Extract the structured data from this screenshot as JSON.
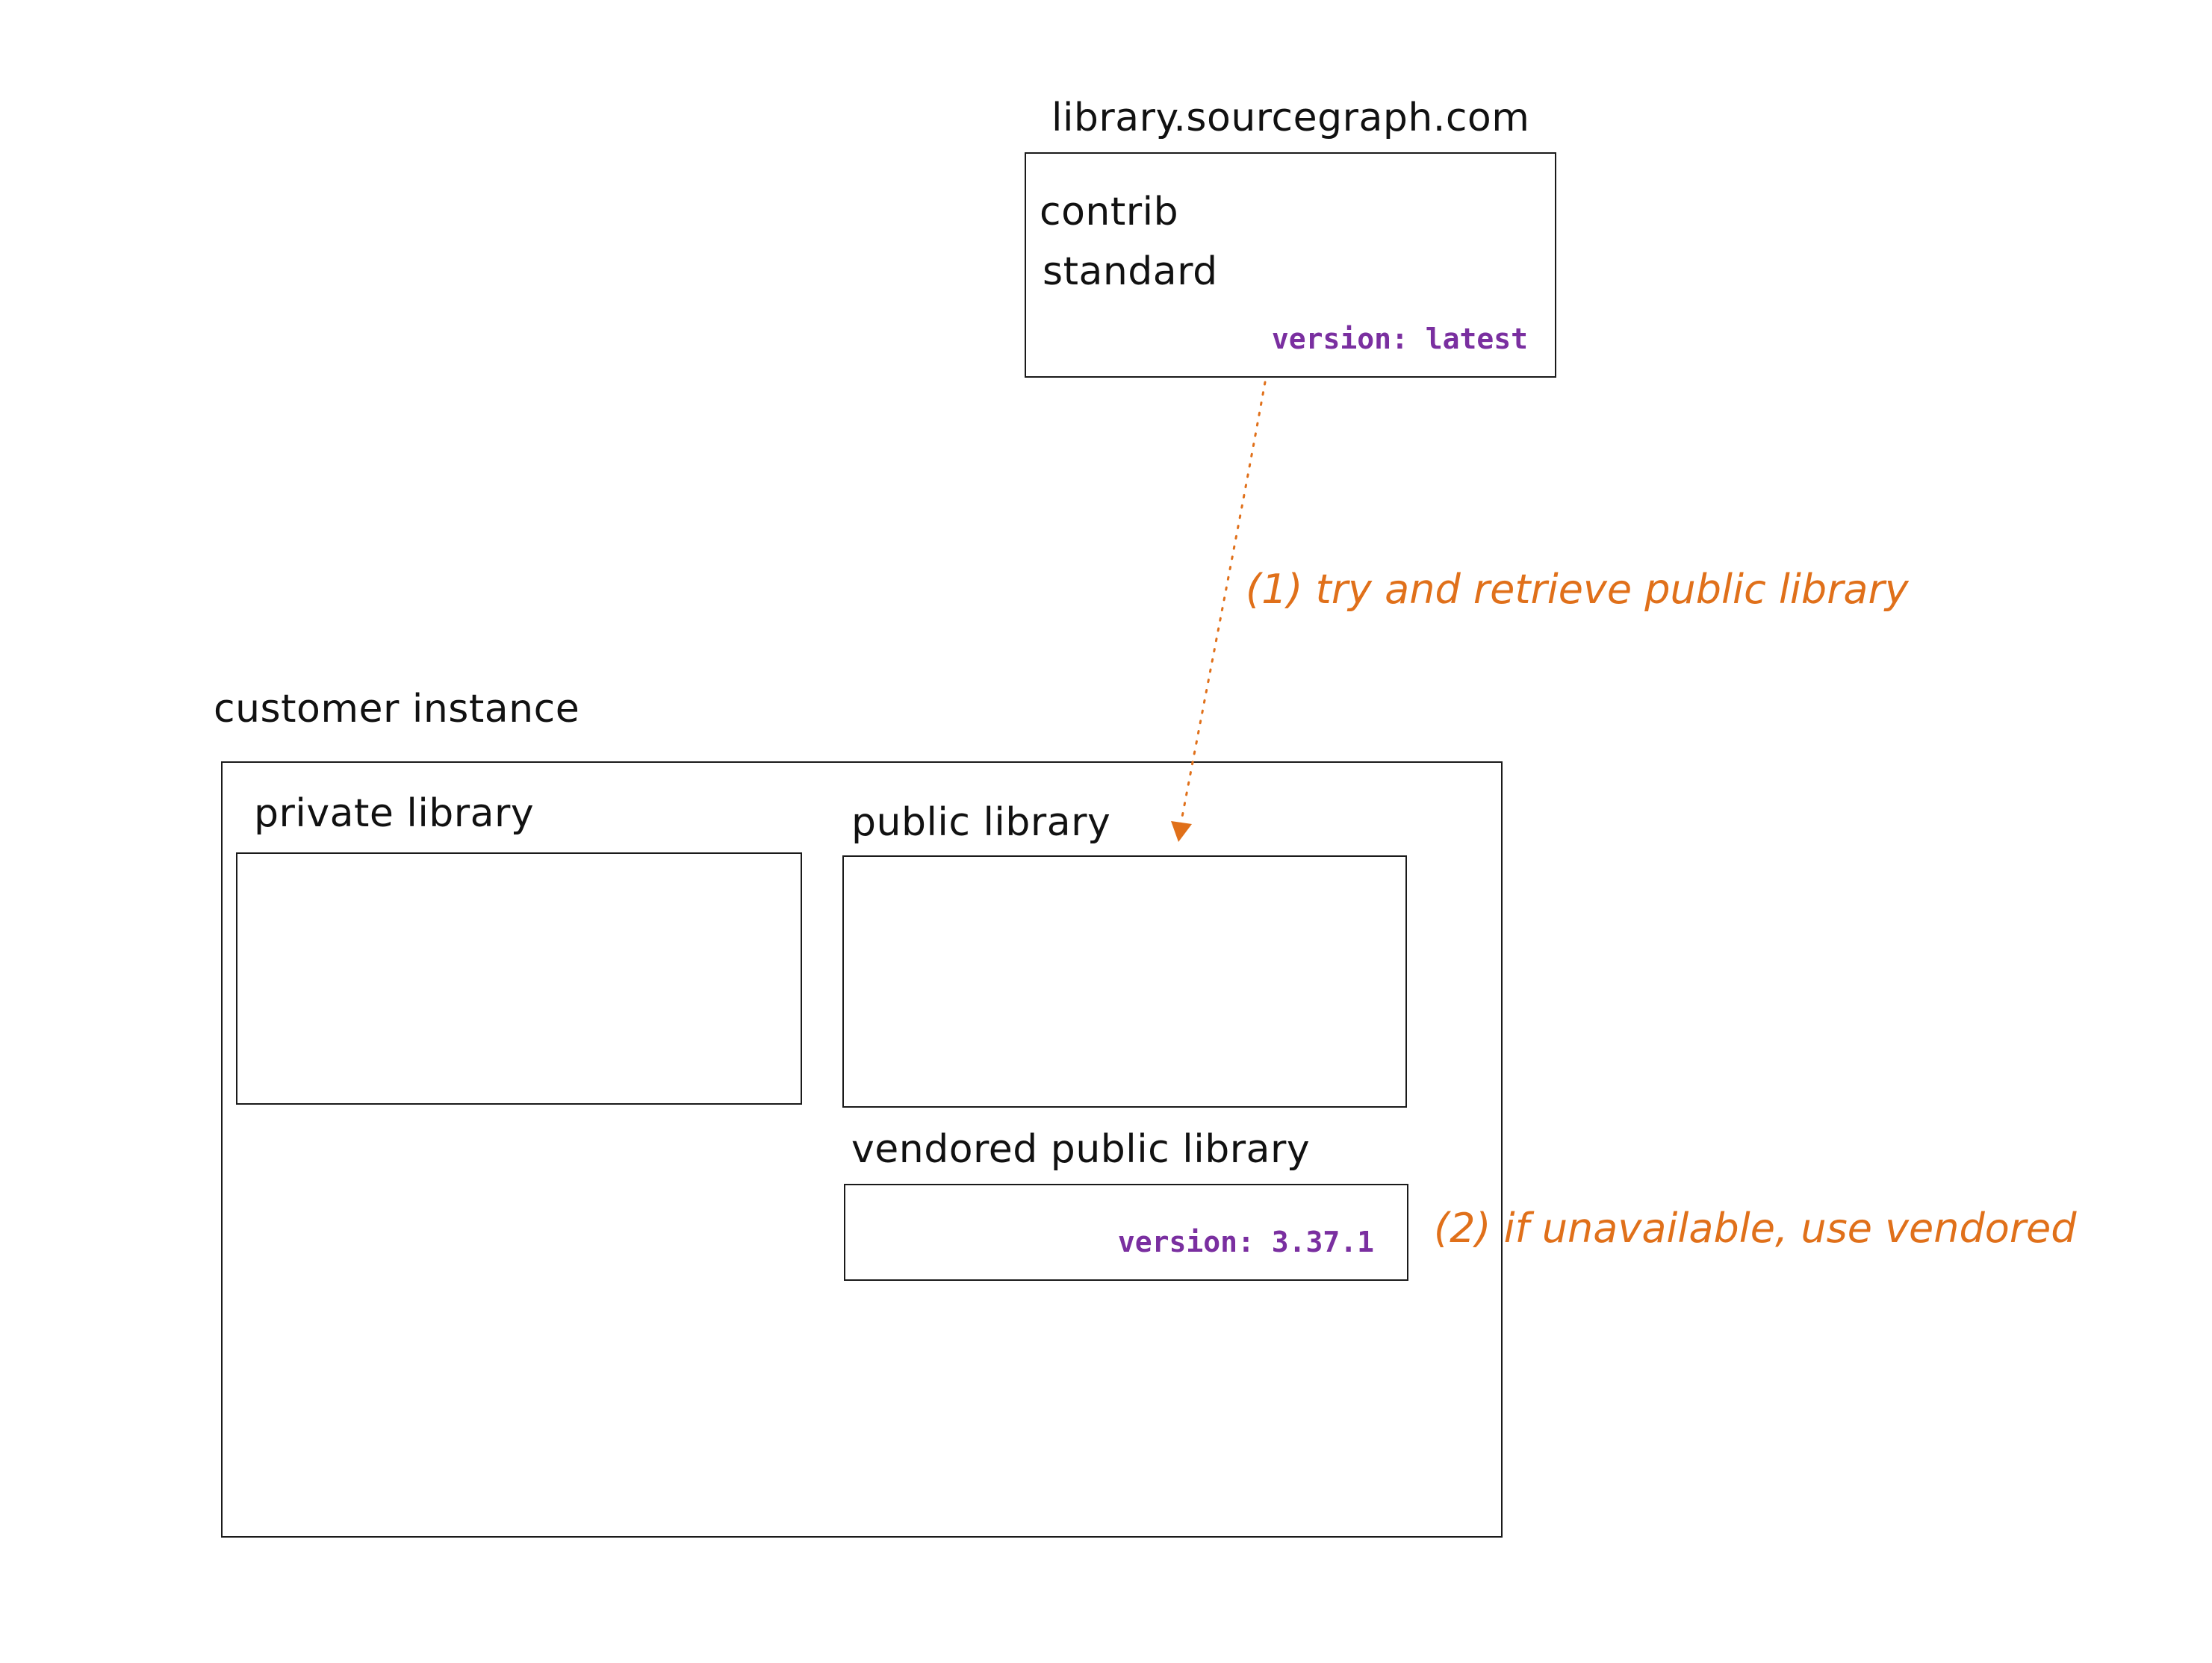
{
  "colors": {
    "stroke": "#1a1a1a",
    "arrow": "#e0701a",
    "version_text": "#7a2fa0",
    "note_text": "#e0701a"
  },
  "remote": {
    "title": "library.sourcegraph.com",
    "items": [
      "contrib",
      "standard"
    ],
    "version": "version: latest"
  },
  "customer": {
    "title": "customer instance",
    "private_library": {
      "title": "private library"
    },
    "public_library": {
      "title": "public library"
    },
    "vendored_library": {
      "title": "vendored public library",
      "version": "version: 3.37.1"
    }
  },
  "annotations": {
    "step1": "(1) try and retrieve public library",
    "step2": "(2) if unavailable, use vendored"
  }
}
